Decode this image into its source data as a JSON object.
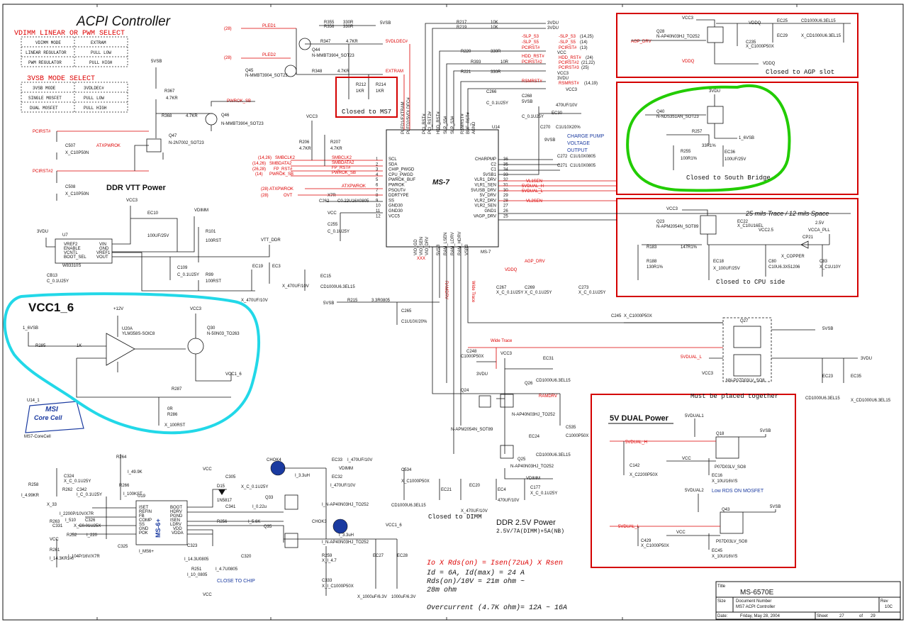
{
  "title": "ACPI Controller",
  "vdimm_select": {
    "heading": "VDIMM LINEAR OR PWM SELECT",
    "cells": [
      "VDIMM MODE",
      "EXTRAM",
      "LINEAR REGULATOR",
      "PULL LOW",
      "PWM REGULATOR",
      "PULL HIGH"
    ]
  },
  "vsb3_select": {
    "heading": "3VSB MODE SELECT",
    "cells": [
      "3VSB MODE",
      "3VDLDEC#",
      "SINGLE MOSFET",
      "PULL LOW",
      "DUAL MOSFET",
      "PULL HIGH"
    ]
  },
  "sections": {
    "ddr_vtt": "DDR VTT Power",
    "vcc1_6": "VCC1_6",
    "fivev_dual": "5V DUAL Power",
    "ddr25": "DDR 2.5V Power",
    "ddr25_sub": "2.5V/7A(DIMM)+5A(NB)"
  },
  "boxes": {
    "closed_ms7": "Closed to MS7",
    "closed_agp": "Closed to AGP slot",
    "closed_sb": "Closed to South Bridge",
    "closed_cpu": "Closed to CPU side",
    "closed_dimm": "Closed to DIMM",
    "close_chip": "CLOSE TO CHIP",
    "placed_together": "Must be placed together",
    "low_rds": "Low RDS ON MOSFET",
    "trace_spec": "25 mils Trace / 12 mils Space",
    "wide_trace": "Wide Trace",
    "charge_pump": [
      "CHARGE PUMP",
      "VOLTAGE",
      "OUTPUT"
    ]
  },
  "msi_core": {
    "line1": "MSI",
    "line2": "Core Cell",
    "ref": "U14_1",
    "part": "MS7-CoreCell"
  },
  "chip": {
    "ref": "U14",
    "name": "MS-7",
    "left_pins": [
      {
        "num": "1",
        "name": "SCL",
        "net": "SMBCLK2",
        "sheet": "(14,26)"
      },
      {
        "num": "2",
        "name": "SDA",
        "net": "SMBDATA2",
        "sheet": "(14,26)"
      },
      {
        "num": "3",
        "name": "CHIP_PWGD",
        "net": "FP_RST#",
        "sheet": "(26,28)"
      },
      {
        "num": "4",
        "name": "CPU_PWGD",
        "net": "PWROK_SB",
        "sheet": "(14)"
      },
      {
        "num": "5",
        "name": "PWROK_BUF",
        "net": "",
        "sheet": ""
      },
      {
        "num": "6",
        "name": "PWROK",
        "net": "ATXPWROK",
        "sheet": "(28)"
      },
      {
        "num": "7",
        "name": "PSOUT#",
        "net": "OVT",
        "sheet": "(28)"
      },
      {
        "num": "8",
        "name": "DDRTYPE",
        "net": "",
        "sheet": ""
      },
      {
        "num": "9",
        "name": "SS",
        "net": "",
        "sheet": ""
      },
      {
        "num": "10",
        "name": "GND30",
        "net": "",
        "sheet": ""
      },
      {
        "num": "11",
        "name": "GND30",
        "net": "",
        "sheet": ""
      },
      {
        "num": "12",
        "name": "VCC5",
        "net": "VCC",
        "sheet": ""
      }
    ],
    "right_pins": [
      {
        "num": "36",
        "name": "CHARPMP"
      },
      {
        "num": "35",
        "name": "C2"
      },
      {
        "num": "34",
        "name": "C1"
      },
      {
        "num": "33",
        "name": "5VSB1"
      },
      {
        "num": "32",
        "name": "VLR1_DRV"
      },
      {
        "num": "31",
        "name": "VLR1_SEN"
      },
      {
        "num": "30",
        "name": "5VUSB_DRV"
      },
      {
        "num": "29",
        "name": "5V_DRV"
      },
      {
        "num": "28",
        "name": "VLR2_DRV"
      },
      {
        "num": "27",
        "name": "VLR2_SEN"
      },
      {
        "num": "26",
        "name": "GND1"
      },
      {
        "num": "25",
        "name": "VAGP_DRV"
      }
    ],
    "right_nets": [
      "VL1SEN",
      "5VDUAL_H",
      "5VDUAL_L",
      "VL2SEN"
    ]
  },
  "rail_labels": [
    "3VDU",
    "3VDU",
    "5VSB",
    "VCC",
    "VCC3",
    "VCC1_6",
    "VDIMM",
    "+12V",
    "VTT_DDR",
    "2.5V",
    "VCCA_PLL",
    "VCC2.5",
    "VDDQ",
    "1_6VSB"
  ],
  "top_nets": [
    {
      "sheet": "(28)",
      "net": "PLED1"
    },
    {
      "sheet": "(28)",
      "net": "PLED2"
    },
    {
      "sheet": "",
      "net": "5VDLDEC#"
    },
    {
      "sheet": "",
      "net": "EXTRAM"
    },
    {
      "sheet": "(14,25)",
      "net": "-SLP_S3"
    },
    {
      "sheet": "(14)",
      "net": "-SLP_S5"
    },
    {
      "sheet": "(13)",
      "net": "PCIRST#"
    },
    {
      "sheet": "(24)",
      "net": "HDD_RST#"
    },
    {
      "sheet": "(21,22)",
      "net": "PCIRST#2"
    },
    {
      "sheet": "(25)",
      "net": "PCIRST#3"
    },
    {
      "sheet": "(14,19)",
      "net": "RSMRST#"
    }
  ],
  "equations": [
    "Io X Rds(on) = Isen(72uA) X Rsen",
    "Id = 6A, Id(max) = 24 A",
    "Rds(on)/10V = 21m ohm ~",
    "28m ohm",
    "Overcurrent (4.7K ohm)= 12A ~ 16A"
  ],
  "title_block": {
    "title_label": "Title",
    "title": "MS-6570E",
    "size_label": "Size",
    "doc_label": "Document Number",
    "doc": "MS7 ACPI Controller",
    "rev_label": "Rev",
    "rev": "10C",
    "date_label": "Date:",
    "date": "Friday, May 28, 2004",
    "sheet_label": "Sheet",
    "sheet": "27",
    "of_label": "of",
    "total": "29"
  },
  "highlight_colors": {
    "red_box": "#d40000",
    "green_loop": "#22cc00",
    "cyan_loop": "#22d8e8",
    "net_red": "#dd0000",
    "note_blue": "#1a3aa0"
  }
}
